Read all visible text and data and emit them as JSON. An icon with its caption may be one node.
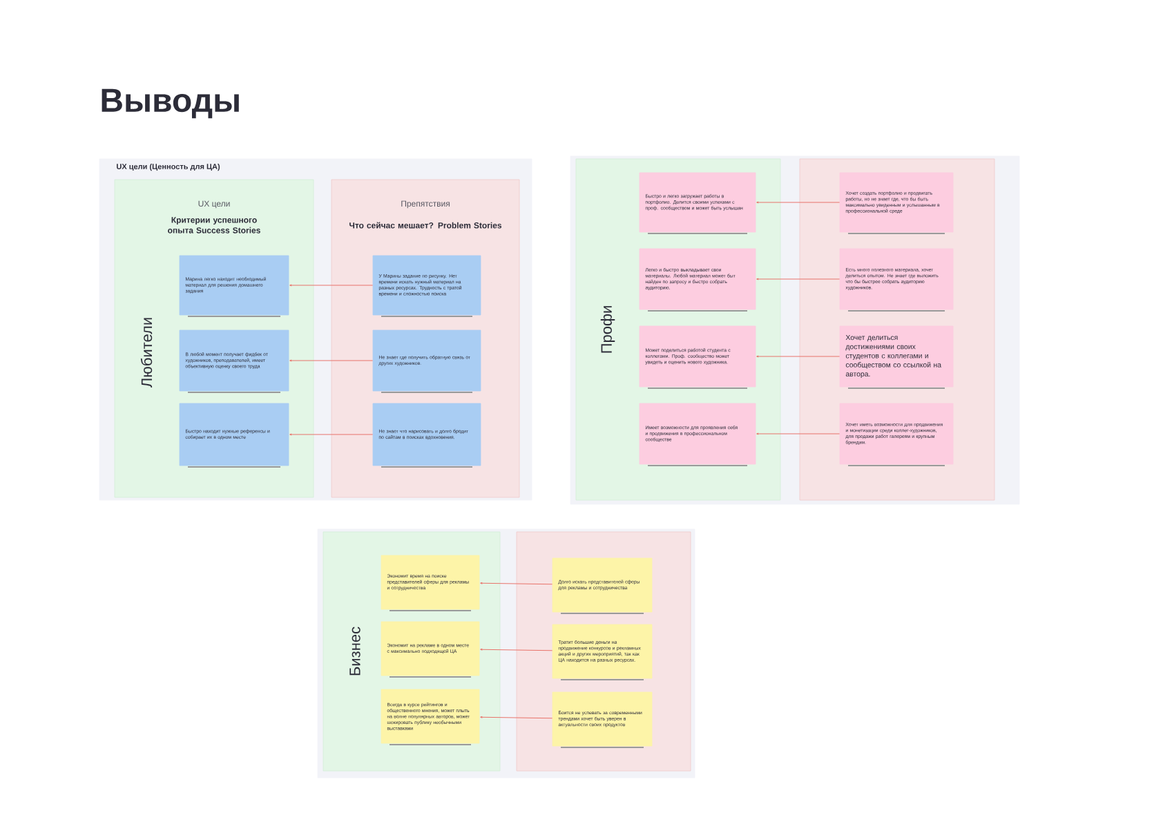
{
  "diagram": {
    "title": "Выводы",
    "nodes": [
      {
        "text": [
          "UX цели (Ценность для ЦА)"
        ]
      },
      {
        "text": [
          "UX цели",
          "Критерии успешного опыта Success Stories",
          "Любители"
        ],
        "in": 0
      },
      {
        "text": [
          "Препятствия",
          "Что сейчас мешает? Problem Stories"
        ],
        "in": 0
      },
      {
        "text": [
          "Марина легко находит необходимый материал для решения домашнего задания"
        ],
        "in": 1
      },
      {
        "text": [
          "В любой момент получает фидбек от художников, преподавателей, имеет объективную оценку своего труда"
        ],
        "in": 1
      },
      {
        "text": [
          "Быстро находит нужные референсы и собирает их в одном месте"
        ],
        "in": 1
      },
      {
        "text": [
          "У Марины задание по рисунку. Нет времени искать нужный материал на разных ресурсах. Трудность с тратой времени и сложностью поиска"
        ],
        "in": 2
      },
      {
        "text": [
          "Не знает где получить обратную связь от других художников."
        ],
        "in": 2
      },
      {
        "text": [
          "Не знает что нарисовать и долго бродит по сайтам в поисках вдохновения."
        ],
        "in": 2
      },
      {
        "text": [],
        "shape": "box"
      },
      {
        "text": [
          "Профи"
        ],
        "in": 9
      },
      {
        "text": [],
        "shape": "box",
        "in": 9
      },
      {
        "text": [
          "Быстро и легко загружает работы в портфолио. Делится своими успехами с проф. сообществом и может быть услышан"
        ],
        "in": 10
      },
      {
        "text": [
          "Легко и быстро выкладывает свои материалы. Любой материал может быт найден по запросу и быстро собрать аудиторию."
        ],
        "in": 10
      },
      {
        "text": [
          "Может поделиться работой студента с коллегами. Проф. сообщество может увидеть и оценить нового художника."
        ],
        "in": 10
      },
      {
        "text": [
          "Имеет возможности для проявления себя и продвижения в профессиональном сообществе"
        ],
        "in": 10
      },
      {
        "text": [
          "Хочет создать портфолио и продвигать работы, но не знает где, что бы быть максимально увиденным и услышанным в профессиональной среде"
        ],
        "in": 11
      },
      {
        "text": [
          "Есть много полезного материала, хочет делиться опытом. Не знает где выложить что бы быстрее собрать аудиторию художников."
        ],
        "in": 11
      },
      {
        "text": [
          "Хочет делиться достижениями своих студентов с коллегами и сообществом со ссылкой на автора."
        ],
        "in": 11
      },
      {
        "text": [
          "Хочет иметь возможности для продвижения и монетизации среди коллег-художников, для продажи работ галереям и крупным брендам."
        ],
        "in": 11
      },
      {
        "text": [],
        "shape": "box"
      },
      {
        "text": [
          "Бизнес"
        ],
        "in": 20
      },
      {
        "text": [],
        "shape": "box",
        "in": 20
      },
      {
        "text": [
          "Экономит время на поиске представителей сферы для рекламы и сотрудничества"
        ],
        "in": 21
      },
      {
        "text": [
          "Экономит на рекламе в одном месте с максимально подходящей ЦА"
        ],
        "in": 21
      },
      {
        "text": [
          "Всегда в курсе рейтингов и общественного мнения, может плыть на волне популярных авторов, может шокировать публику необычными выставками"
        ],
        "in": 21
      },
      {
        "text": [
          "Долго искать представителей сферы для рекламы и сотрудничества"
        ],
        "in": 22
      },
      {
        "text": [
          "Тратит большие деньги на продвижение конкурсов и рекламных акций и других мероприятий, так как ЦА находится на разных ресурсах."
        ],
        "in": 22
      },
      {
        "text": [
          "Боится не успевать за современными трендами хочет быть уверен в актуальности своих продуктов"
        ],
        "in": 22
      }
    ],
    "edges": [
      {
        "from": 6,
        "to": 3,
        "arrow": "to"
      },
      {
        "from": 7,
        "to": 4,
        "arrow": "to"
      },
      {
        "from": 8,
        "to": 5,
        "arrow": "to"
      },
      {
        "from": 16,
        "to": 12,
        "arrow": "to"
      },
      {
        "from": 17,
        "to": 13,
        "arrow": "to"
      },
      {
        "from": 18,
        "to": 14,
        "arrow": "to"
      },
      {
        "from": 19,
        "to": 15,
        "arrow": "to"
      },
      {
        "from": 26,
        "to": 23,
        "arrow": "to"
      },
      {
        "from": 27,
        "to": 24,
        "arrow": "to"
      },
      {
        "from": 28,
        "to": 25,
        "arrow": "to"
      }
    ]
  }
}
